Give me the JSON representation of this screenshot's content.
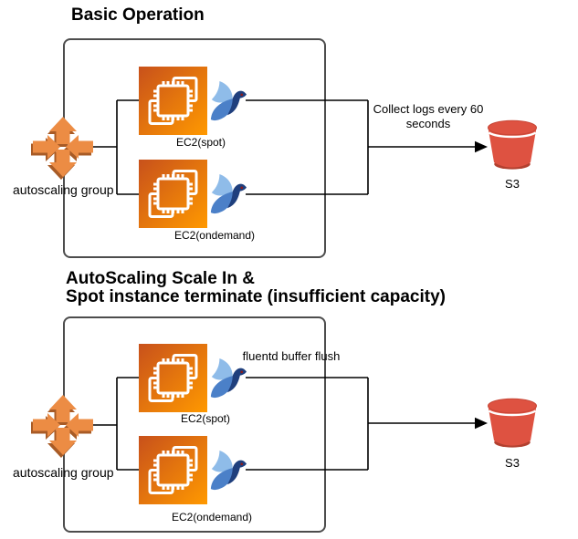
{
  "colors": {
    "box-border": "#4D4D4D",
    "line": "#000000",
    "ec2-grad-start": "#C8511B",
    "ec2-grad-end": "#FF9900",
    "asg-orange": "#EC8C44",
    "asg-shadow": "#A85B26",
    "fluentd-light": "#8FBCE9",
    "fluentd-mid": "#4B80C8",
    "fluentd-dark": "#1F3F7D",
    "fluentd-eye": "#8C1D1D",
    "s3-red": "#DE5241",
    "s3-dark": "#B2402F"
  },
  "icons": {
    "autoscaling": "autoscaling-group-arrows-icon",
    "ec2": "ec2-instance-chip-icon",
    "fluentd": "fluentd-bird-icon",
    "s3": "s3-bucket-icon"
  },
  "sections": [
    {
      "title": "Basic Operation",
      "autoscaling_label": "autoscaling group",
      "ec2_spot_label": "EC2(spot)",
      "ec2_ondemand_label": "EC2(ondemand)",
      "flow_label": "Collect logs every 60\nseconds",
      "s3_label": "S3"
    },
    {
      "title": "AutoScaling Scale In &\nSpot instance terminate (insufficient capacity)",
      "autoscaling_label": "autoscaling group",
      "ec2_spot_label": "EC2(spot)",
      "ec2_ondemand_label": "EC2(ondemand)",
      "flow_label": "fluentd buffer flush",
      "s3_label": "S3"
    }
  ]
}
